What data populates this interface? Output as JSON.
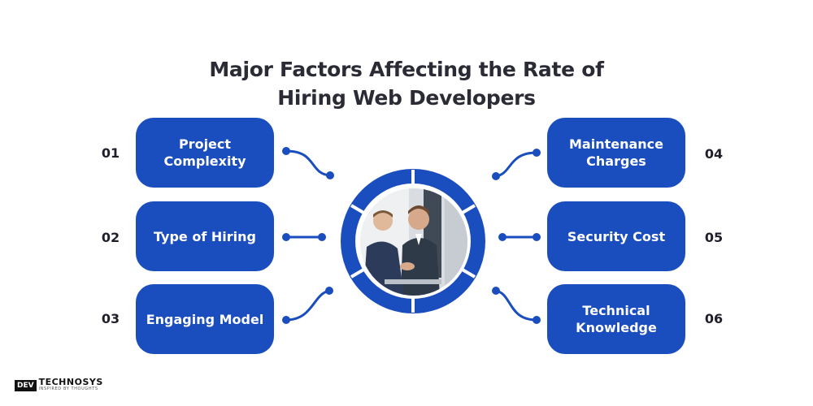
{
  "title": {
    "line1": "Major Factors Affecting the Rate of",
    "line2": "Hiring Web Developers"
  },
  "factors_left": [
    {
      "number": "01",
      "label": "Project Complexity"
    },
    {
      "number": "02",
      "label": "Type of Hiring"
    },
    {
      "number": "03",
      "label": "Engaging Model"
    }
  ],
  "factors_right": [
    {
      "number": "04",
      "label": "Maintenance Charges"
    },
    {
      "number": "05",
      "label": "Security Cost"
    },
    {
      "number": "06",
      "label": "Technical Knowledge"
    }
  ],
  "logo": {
    "mark": "DEV",
    "name": "TECHNOSYS",
    "tagline": "INSPIRED BY THOUGHTS"
  },
  "colors": {
    "accent": "#1a4dbd",
    "title": "#2b2b36",
    "background": "#ffffff"
  },
  "icons": {
    "center": "business-handshake-photo"
  }
}
